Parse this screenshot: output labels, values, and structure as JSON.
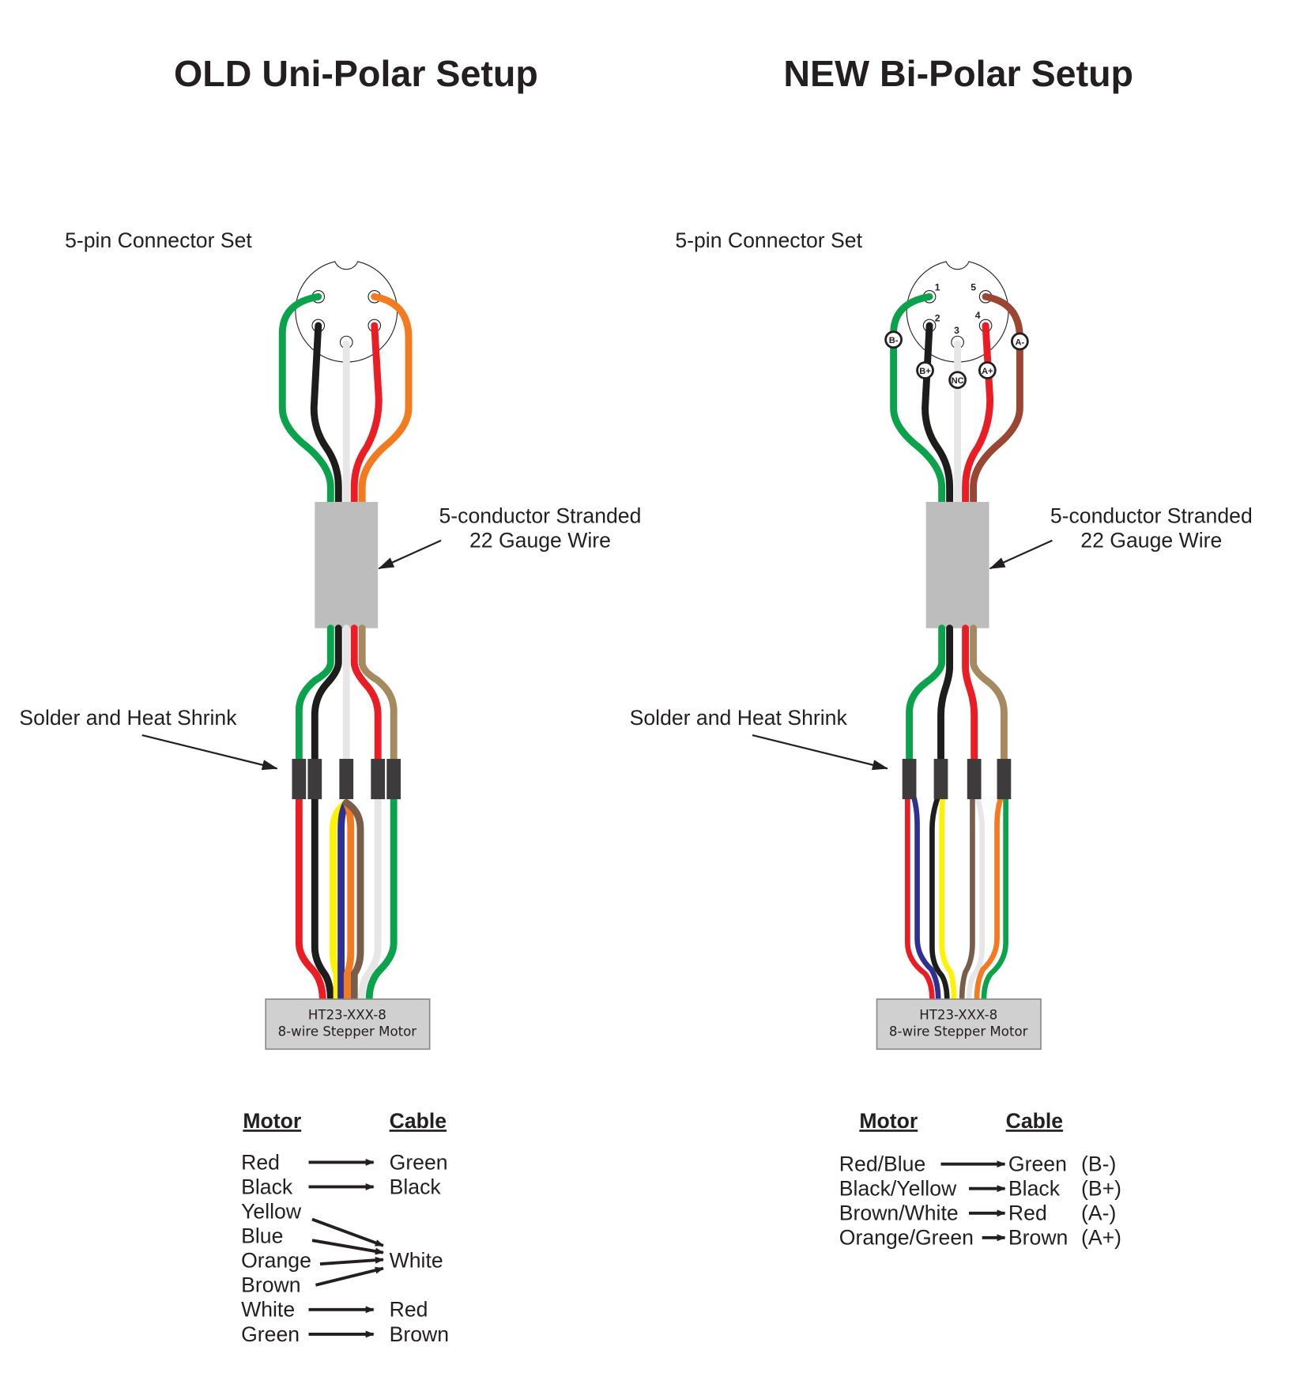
{
  "colors": {
    "green": "#0aa24b",
    "black": "#1d1d1b",
    "white": "#e6e6e6",
    "red": "#ea1c24",
    "orange": "#f47a20",
    "brown": "#9a4632",
    "tan": "#a5895f",
    "yellow": "#fff200",
    "blue": "#2e3192",
    "motor_brown": "#7a5c4b",
    "cable": "#bdbdbd",
    "shrink": "#3d3b3c"
  },
  "old": {
    "title": "OLD Uni-Polar Setup",
    "connector_label": "5-pin Connector Set",
    "wire_label_1": "5-conductor Stranded",
    "wire_label_2": "22 Gauge Wire",
    "solder_label": "Solder and Heat Shrink",
    "motor_model": "HT23-XXX-8",
    "motor_desc": "8-wire Stepper Motor",
    "table": {
      "motor_header": "Motor",
      "cable_header": "Cable",
      "motor": [
        "Red",
        "Black",
        "Yellow",
        "Blue",
        "Orange",
        "Brown",
        "White",
        "Green"
      ],
      "cable": [
        "Green",
        "Black",
        "White",
        "Red",
        "Brown"
      ]
    }
  },
  "new": {
    "title": "NEW Bi-Polar Setup",
    "connector_label": "5-pin Connector Set",
    "wire_label_1": "5-conductor Stranded",
    "wire_label_2": "22 Gauge Wire",
    "solder_label": "Solder and Heat Shrink",
    "motor_model": "HT23-XXX-8",
    "motor_desc": "8-wire Stepper Motor",
    "pins": [
      "1",
      "2",
      "3",
      "4",
      "5"
    ],
    "tags": [
      "B-",
      "B+",
      "NC",
      "A+",
      "A-"
    ],
    "table": {
      "motor_header": "Motor",
      "cable_header": "Cable",
      "rows": [
        {
          "motor": "Red/Blue",
          "cable": "Green",
          "pole": "(B-)"
        },
        {
          "motor": "Black/Yellow",
          "cable": "Black",
          "pole": "(B+)"
        },
        {
          "motor": "Brown/White",
          "cable": "Red",
          "pole": "(A-)"
        },
        {
          "motor": "Orange/Green",
          "cable": "Brown",
          "pole": "(A+)"
        }
      ]
    }
  }
}
